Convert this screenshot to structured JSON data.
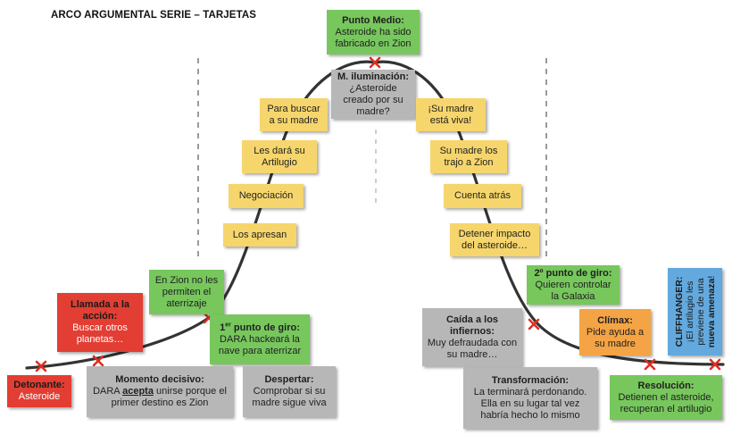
{
  "title": "ARCO ARGUMENTAL SERIE – TARJETAS",
  "colors": {
    "yellow": "#f6d66c",
    "green": "#77c75d",
    "red": "#e23e33",
    "gray": "#b7b7b7",
    "orange": "#f4a445",
    "blue": "#63a9de",
    "curve": "#333333",
    "marker": "#e32d22"
  },
  "cards": {
    "punto_medio": {
      "heading": "Punto Medio:",
      "body": "Asteroide ha sido fabricado en Zion"
    },
    "m_iluminacion": {
      "heading": "M. iluminación:",
      "body": "¿Asteroide creado por su madre?"
    },
    "para_buscar": {
      "body": "Para buscar a su madre"
    },
    "les_dara": {
      "body": "Les dará su Artilugio"
    },
    "negociacion": {
      "body": "Negociación"
    },
    "los_apresan": {
      "body": "Los apresan"
    },
    "madre_viva": {
      "body": "¡Su madre está viva!"
    },
    "madre_trajo": {
      "body": "Su madre los trajo a Zion"
    },
    "cuenta_atras": {
      "body": "Cuenta atrás"
    },
    "detener_impacto": {
      "body": "Detener impacto del asteroide…"
    },
    "en_zion": {
      "body": "En Zion no les permiten el aterrizaje"
    },
    "llamada": {
      "heading": "Llamada a la acción:",
      "body": "Buscar otros planetas…"
    },
    "primer_punto": {
      "heading_num": "1",
      "heading_sup": "er",
      "heading_rest": " punto de giro:",
      "body": "DARA hackeará la nave para aterrizar"
    },
    "detonante": {
      "heading": "Detonante:",
      "body": "Asteroide"
    },
    "momento_decisivo": {
      "heading": "Momento decisivo:",
      "body_pre": "DARA ",
      "body_emph": "acepta",
      "body_post": " unirse porque el primer destino es Zion"
    },
    "despertar": {
      "heading": "Despertar:",
      "body": "Comprobar si su madre sigue viva"
    },
    "caida": {
      "heading": "Caída a los infiernos:",
      "body": "Muy defraudada con su madre…"
    },
    "segundo_punto": {
      "heading": "2º punto de giro:",
      "body": "Quieren controlar la Galaxia"
    },
    "climax": {
      "heading": "Clímax:",
      "body": "Pide ayuda a su madre"
    },
    "cliffhanger": {
      "heading": "CLIFFHANGER:",
      "body_pre": "¡El artilugio les previene de una ",
      "body_emph": "nueva amenaza",
      "body_post": "!"
    },
    "transformacion": {
      "heading": "Transformación:",
      "body": "La terminará perdonando. Ella en su lugar tal vez habría hecho lo mismo"
    },
    "resolucion": {
      "heading": "Resolución:",
      "body": "Detienen el asteroide, recuperan el artilugio"
    }
  }
}
